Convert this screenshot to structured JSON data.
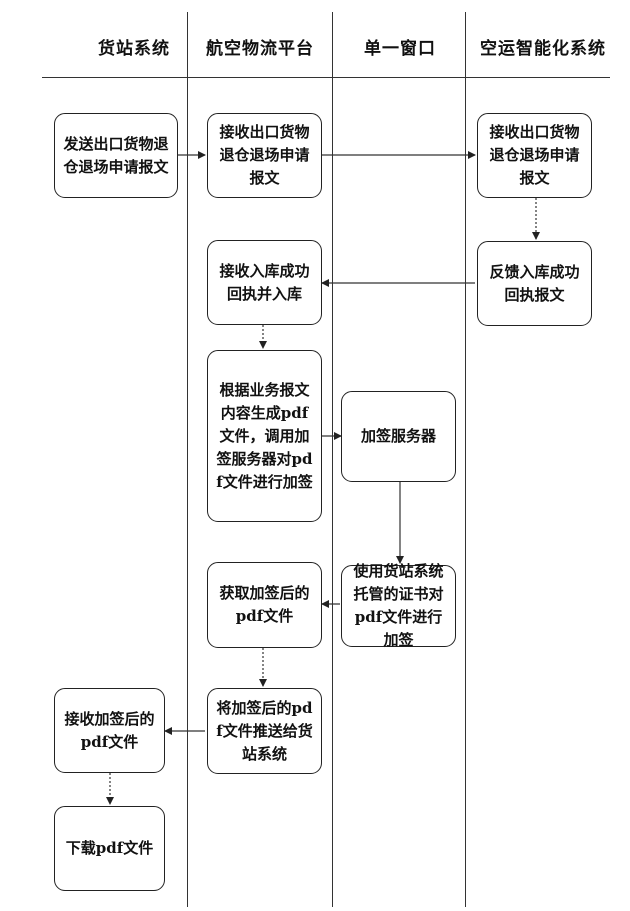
{
  "lanes": {
    "cargo_station": "货站系统",
    "aviation_platform": "航空物流平台",
    "single_window": "单一窗口",
    "air_intelligent": "空运智能化系统"
  },
  "steps": {
    "send_request": "发送出口货物退仓退场申请报文",
    "platform_receive_request": "接收出口货物退仓退场申请报文",
    "air_receive_request": "接收出口货物退仓退场申请报文",
    "feedback_receipt": "反馈入库成功回执报文",
    "receive_receipt": "接收入库成功回执并入库",
    "generate_pdf": "根据业务报文内容生成pdf文件，调用加签服务器对pdf文件进行加签",
    "sign_server": "加签服务器",
    "sign_with_cert": "使用货站系统托管的证书对pdf文件进行加签",
    "get_signed_pdf": "获取加签后的pdf文件",
    "push_pdf": "将加签后的pdf文件推送给货站系统",
    "station_receive_pdf": "接收加签后的pdf文件",
    "download_pdf": "下载pdf文件"
  }
}
